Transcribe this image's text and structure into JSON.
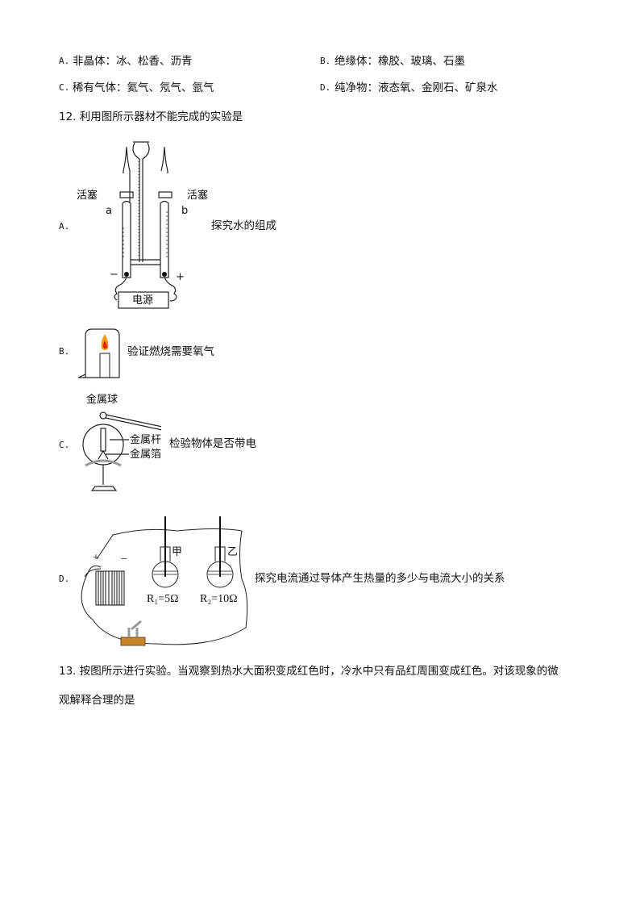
{
  "q11": {
    "options": [
      {
        "label": "A.",
        "text": "非晶体：冰、松香、沥青"
      },
      {
        "label": "B.",
        "text": "绝缘体：橡胶、玻璃、石墨"
      },
      {
        "label": "C.",
        "text": "稀有气体：氦气、氖气、氩气"
      },
      {
        "label": "D.",
        "text": "纯净物：液态氧、金刚石、矿泉水"
      }
    ]
  },
  "q12": {
    "stem": "12. 利用图所示器材不能完成的实验是",
    "options": [
      {
        "label": "A.",
        "text": "探究水的组成",
        "figure": {
          "stopcock_left": "活塞",
          "stopcock_right": "活塞",
          "tube_a": "a",
          "tube_b": "b",
          "minus": "−",
          "plus": "+",
          "power": "电源"
        }
      },
      {
        "label": "B.",
        "text": "验证燃烧需要氧气"
      },
      {
        "label": "C.",
        "text": "检验物体是否带电",
        "figure": {
          "ball": "金属球",
          "rod": "金属杆",
          "foil": "金属箔"
        }
      },
      {
        "label": "D.",
        "text": "探究电流通过导体产生热量的多少与电流大小的关系",
        "figure": {
          "flask1": "甲",
          "flask2": "乙",
          "r1": "R₁=5Ω",
          "r2": "R₂=10Ω",
          "plus": "+",
          "minus": "−"
        }
      }
    ]
  },
  "q13": {
    "line1": "13. 按图所示进行实验。当观察到热水大面积变成红色时，冷水中只有品红周围变成红色。对该现象的微",
    "line2": "观解释合理的是"
  }
}
